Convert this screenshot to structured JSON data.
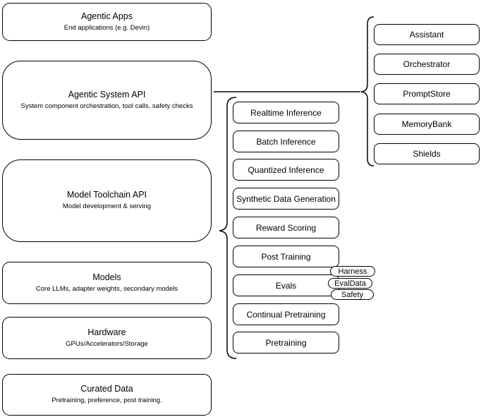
{
  "diagram": {
    "colors": {
      "stroke": "#000000",
      "fill": "#ffffff",
      "text": "#000000"
    },
    "left_column": [
      {
        "title": "Agentic Apps",
        "subtitle": "End applications (e.g. Devin)"
      },
      {
        "title": "Agentic System API",
        "subtitle": "System component orchestration, tool calls, safety checks"
      },
      {
        "title": "Model Toolchain API",
        "subtitle": "Model development & serving"
      },
      {
        "title": "Models",
        "subtitle": "Core LLMs, adapter weights, secondary models"
      },
      {
        "title": "Hardware",
        "subtitle": "GPUs/Accelerators/Storage"
      },
      {
        "title": "Curated Data",
        "subtitle": "Pretraining, preference, post training."
      }
    ],
    "middle_column": [
      "Realtime Inference",
      "Batch Inference",
      "Quantized Inference",
      "Synthetic Data Generation",
      "Reward Scoring",
      "Post Training",
      "Evals",
      "Continual Pretraining",
      "Pretraining"
    ],
    "eval_tags": [
      "Harness",
      "EvalData",
      "Safety"
    ],
    "right_column": [
      "Assistant",
      "Orchestrator",
      "PromptStore",
      "MemoryBank",
      "Shields"
    ]
  }
}
